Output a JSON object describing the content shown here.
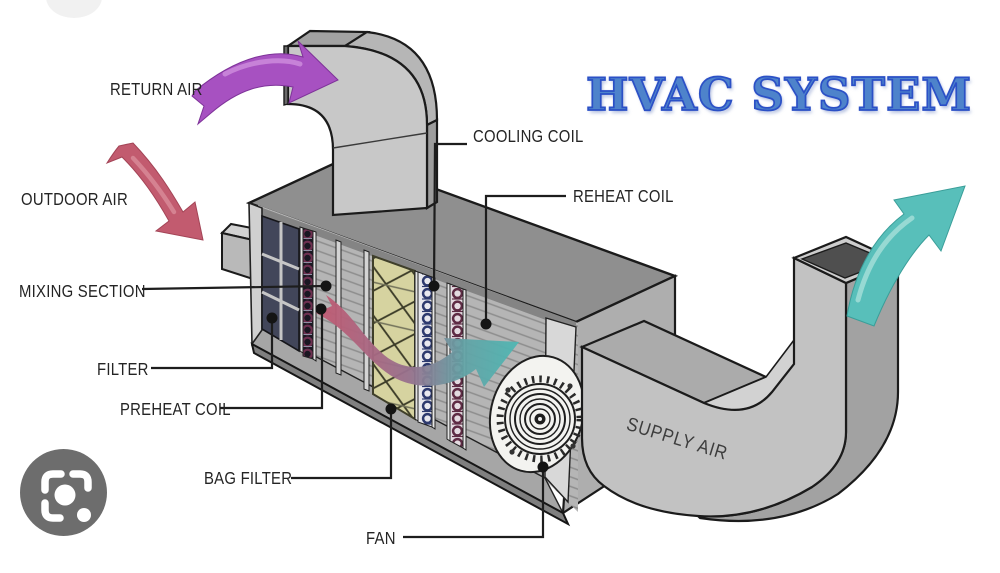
{
  "title": "HVAC SYSTEM",
  "component_labels": {
    "return_air": "RETURN AIR",
    "outdoor_air": "OUTDOOR AIR",
    "mixing_section": "MIXING SECTION",
    "filter": "FILTER",
    "preheat_coil": "PREHEAT COIL",
    "bag_filter": "BAG FILTER",
    "fan": "FAN",
    "cooling_coil": "COOLING COIL",
    "reheat_coil": "REHEAT COIL"
  },
  "duct_labels": {
    "supply_air": "SUPPLY AIR"
  },
  "icons": {
    "lens": "google-lens-icon"
  },
  "colors": {
    "title_fill": "#4e83cb",
    "title_outline": "#2b50c6",
    "return_air_arrow": "#a751c1",
    "outdoor_air_arrow": "#c25b6f",
    "supply_air_arrow": "#58bfba",
    "flow_arrow_start": "#c05a72",
    "flow_arrow_end": "#4eb7b3",
    "label_text": "#242424",
    "lens_button_bg": "#6d6d6d",
    "unit_body": "#c2c2c2",
    "bag_filter_fill": "#d6d3a0",
    "cooling_coil_fill": "#2e3a6e",
    "reheat_coil_fill": "#5e2b44"
  }
}
